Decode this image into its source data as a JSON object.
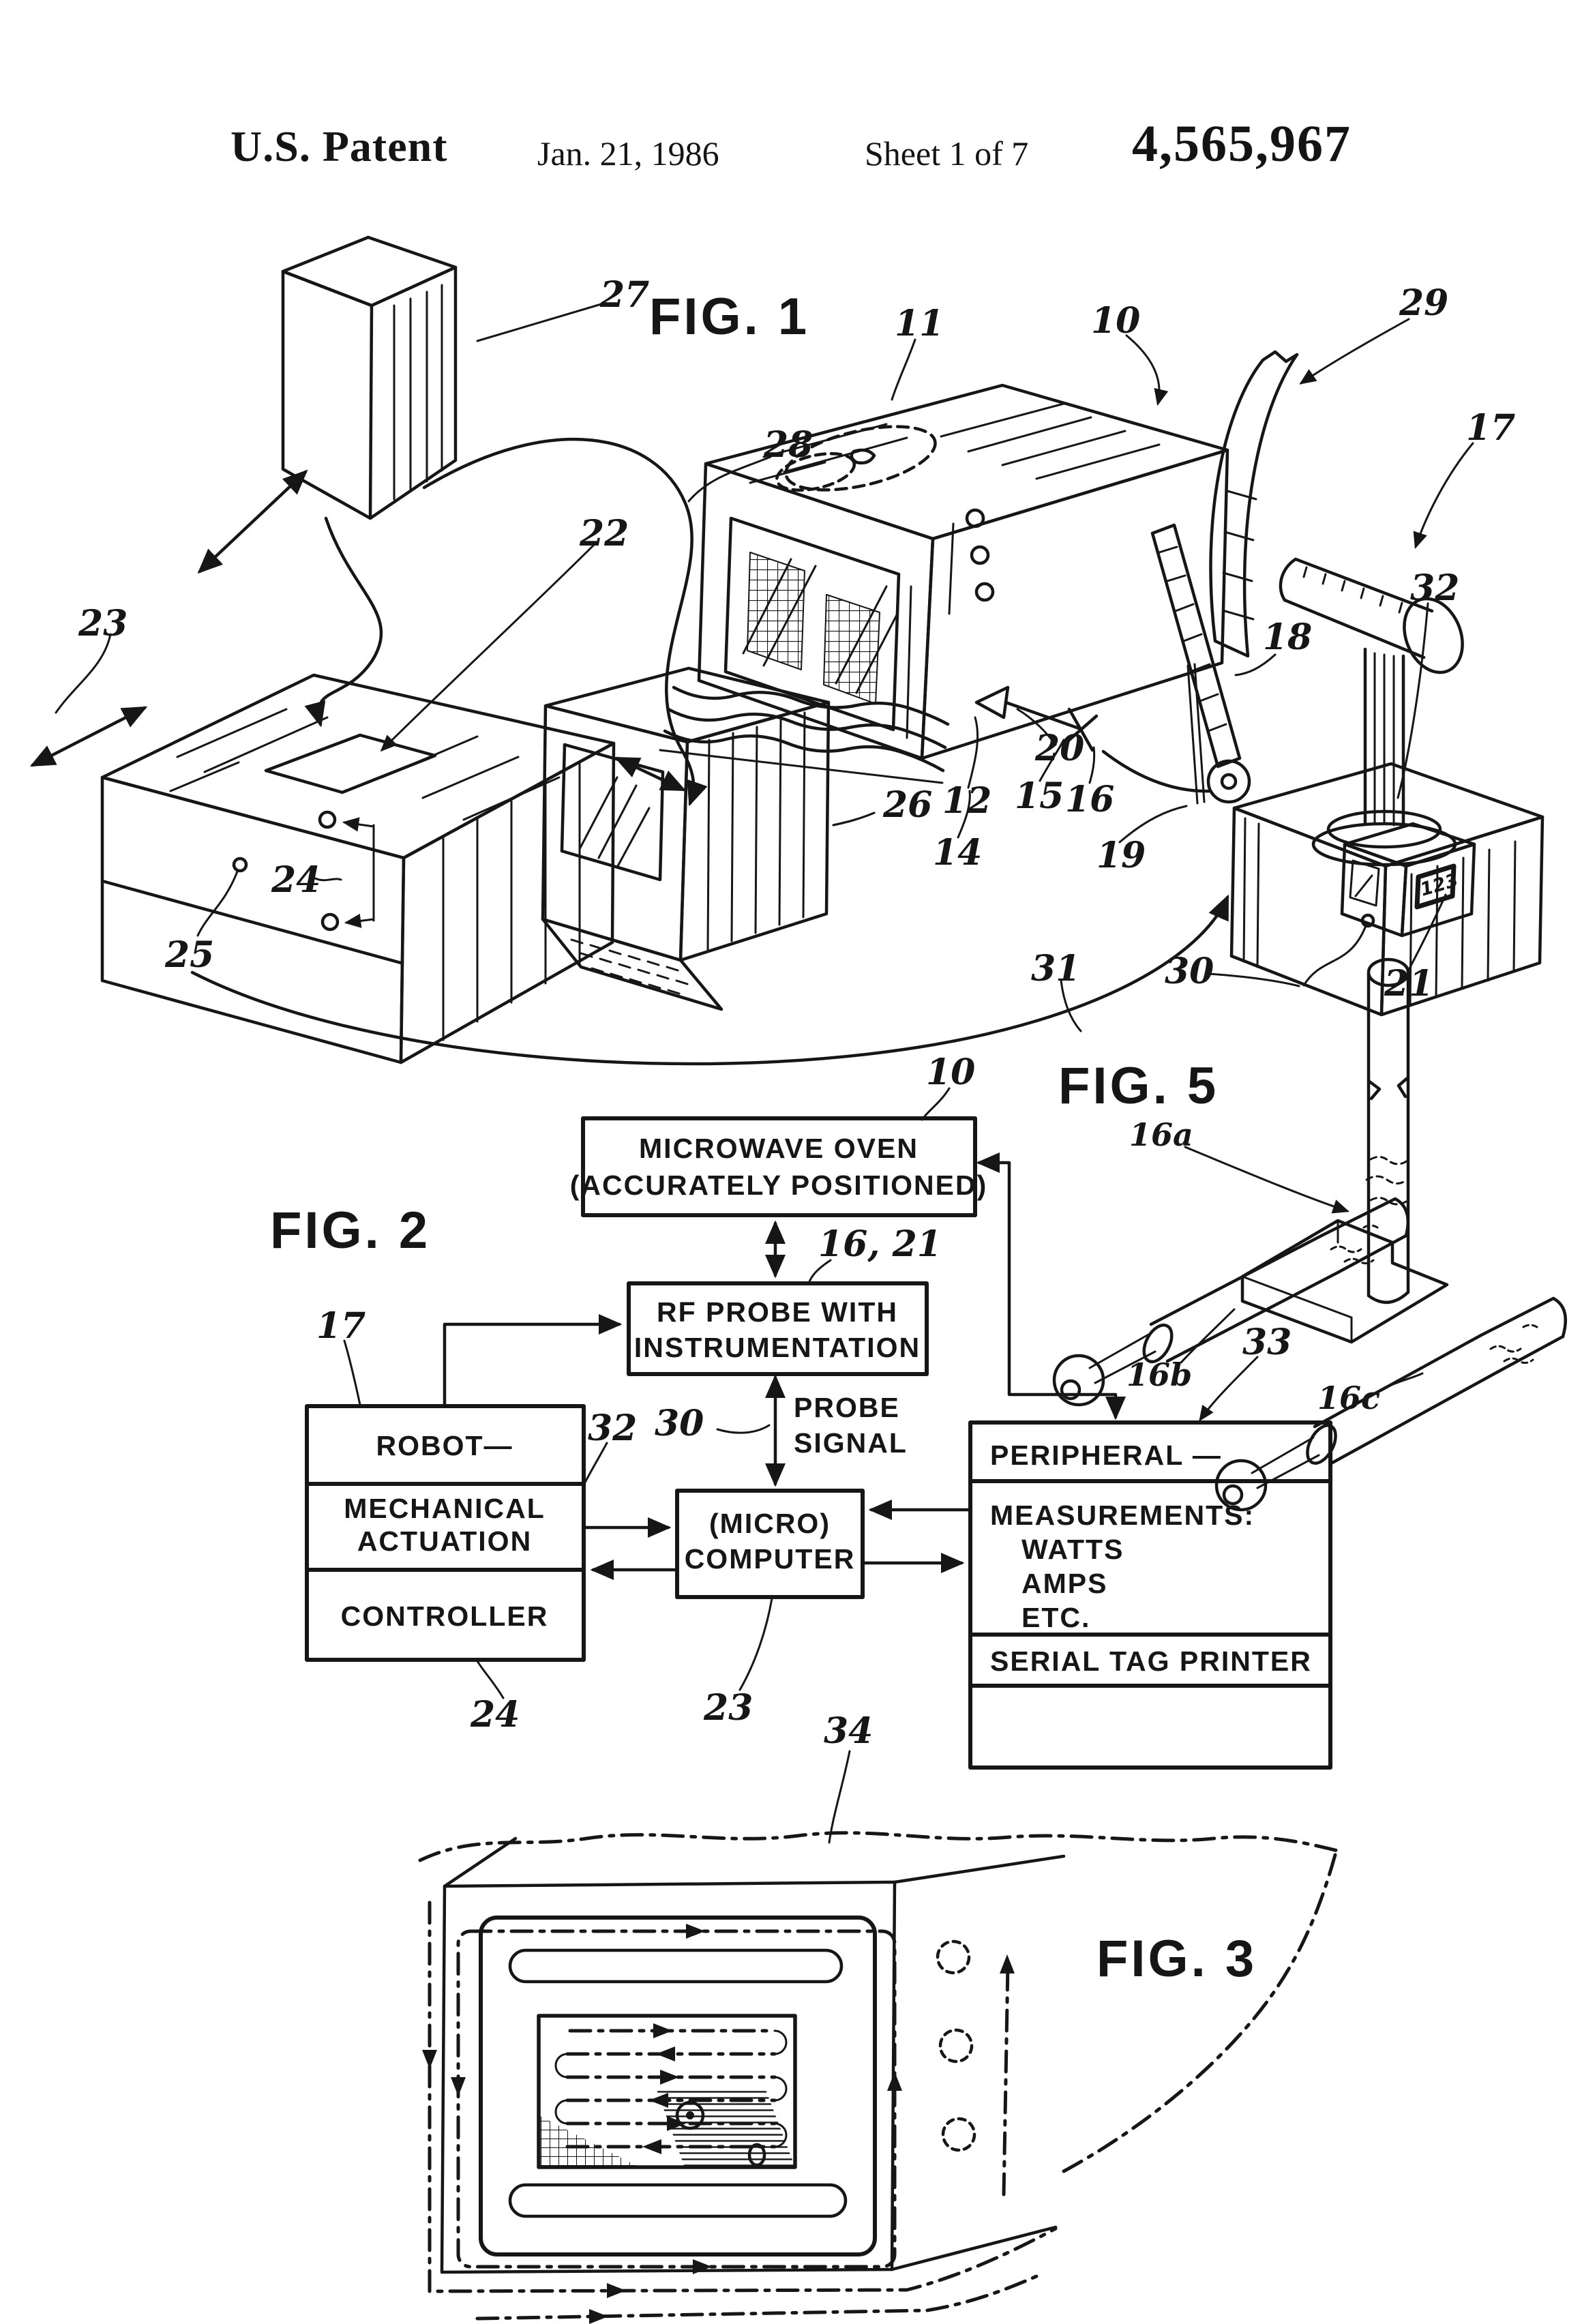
{
  "header": {
    "patent_label": "U.S. Patent",
    "date": "Jan. 21, 1986",
    "sheet": "Sheet 1 of 7",
    "patent_number": "4,565,967"
  },
  "fig1": {
    "title": "FIG. 1",
    "display_value": "123",
    "refs": {
      "r27": "27",
      "r28": "28",
      "r22": "22",
      "r23": "23",
      "r11": "11",
      "r10": "10",
      "r29": "29",
      "r17": "17",
      "r18": "18",
      "r32": "32",
      "r20": "20",
      "r15": "15",
      "r16": "16",
      "r12": "12",
      "r14": "14",
      "r19": "19",
      "r24": "24",
      "r25": "25",
      "r26": "26",
      "r31": "31",
      "r30": "30",
      "r21": "21"
    }
  },
  "fig2": {
    "title": "FIG. 2",
    "oven_box": {
      "line1": "MICROWAVE OVEN",
      "line2": "(ACCURATELY POSITIONED)"
    },
    "rf_box": {
      "line1": "RF PROBE WITH",
      "line2": "INSTRUMENTATION"
    },
    "robot_box": {
      "line1": "ROBOT—",
      "line2": "MECHANICAL",
      "line3": "ACTUATION",
      "line4": "CONTROLLER"
    },
    "computer_box": {
      "line1": "(MICRO)",
      "line2": "COMPUTER"
    },
    "peripheral_box": {
      "line1": "PERIPHERAL  —",
      "line2": "MEASUREMENTS:",
      "line3": "WATTS",
      "line4": "AMPS",
      "line5": "ETC.",
      "line6": "SERIAL TAG PRINTER"
    },
    "probe_signal": {
      "line1": "PROBE",
      "line2": "SIGNAL"
    },
    "refs": {
      "r10": "10",
      "r16_21": "16, 21",
      "r17": "17",
      "r30": "30",
      "r32": "32",
      "r24": "24",
      "r23": "23",
      "r33": "33"
    }
  },
  "fig5": {
    "title": "FIG. 5",
    "refs": {
      "r16a": "16a",
      "r16b": "16b",
      "r16c": "16c"
    }
  },
  "fig3": {
    "title": "FIG. 3",
    "refs": {
      "r34": "34"
    }
  }
}
